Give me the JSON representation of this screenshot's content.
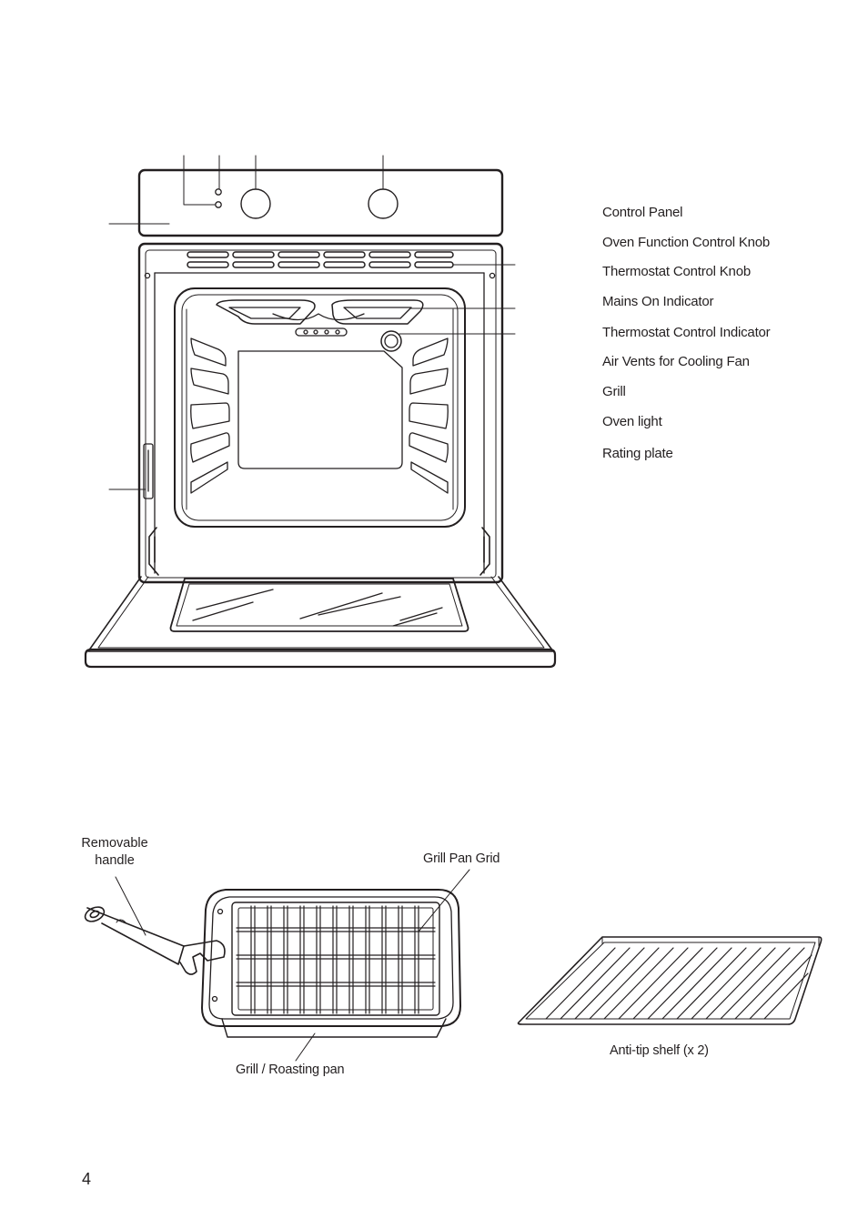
{
  "oven_legend": [
    "Control Panel",
    "Oven Function Control Knob",
    "Thermostat Control Knob",
    "Mains On Indicator",
    "Thermostat Control Indicator",
    "Air Vents for Cooling Fan",
    "Grill",
    "Oven light",
    "Rating plate"
  ],
  "accessories": {
    "handle_label_line1": "Removable",
    "handle_label_line2": "handle",
    "grid_label": "Grill Pan Grid",
    "pan_label": "Grill / Roasting pan",
    "shelf_label": "Anti-tip shelf (x 2)"
  },
  "page_number": "4"
}
